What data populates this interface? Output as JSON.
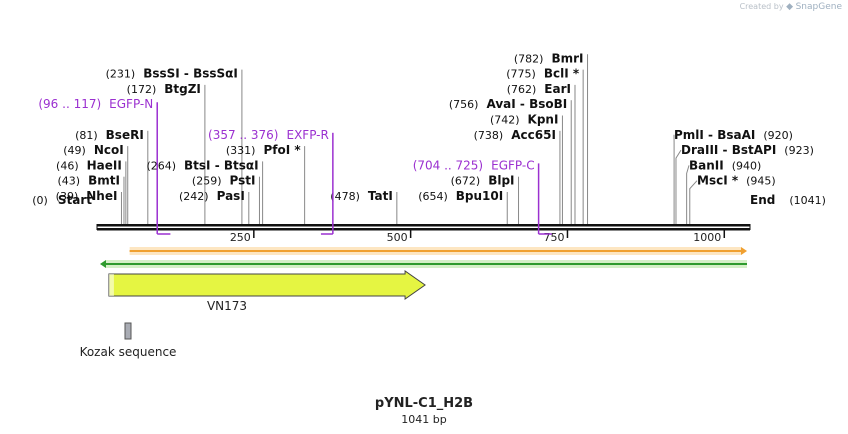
{
  "header": {
    "created_by": "Created by",
    "brand": "SnapGene"
  },
  "plasmid": {
    "name": "pYNL-C1_H2B",
    "size_label": "1041 bp",
    "length": 1041
  },
  "ends": [
    {
      "pos_label": "(0)",
      "label": "Start",
      "bp": 0
    },
    {
      "pos_label": "(1041)",
      "label": "End",
      "bp": 1041
    }
  ],
  "ticks": [
    {
      "bp": 250,
      "label": "250"
    },
    {
      "bp": 500,
      "label": "500"
    },
    {
      "bp": 750,
      "label": "750"
    },
    {
      "bp": 1000,
      "label": "1000"
    }
  ],
  "sites": [
    {
      "pos_label": "(39)",
      "name": "NheI",
      "bp": 39,
      "tier": 0
    },
    {
      "pos_label": "(43)",
      "name": "BmtI",
      "bp": 43,
      "tier": 1
    },
    {
      "pos_label": "(46)",
      "name": "HaeII",
      "bp": 46,
      "tier": 2
    },
    {
      "pos_label": "(49)",
      "name": "NcoI",
      "bp": 49,
      "tier": 3
    },
    {
      "pos_label": "(81)",
      "name": "BseRI",
      "bp": 81,
      "tier": 4
    },
    {
      "pos_label": "(172)",
      "name": "BtgZI",
      "bp": 172,
      "tier": 7
    },
    {
      "pos_label": "(231)",
      "name": "BssSI  -  BssSαI",
      "bp": 231,
      "tier": 8
    },
    {
      "pos_label": "(242)",
      "name": "PasI",
      "bp": 242,
      "tier": 0
    },
    {
      "pos_label": "(259)",
      "name": "PstI",
      "bp": 259,
      "tier": 1
    },
    {
      "pos_label": "(264)",
      "name": "BtsI  -  BtsαI",
      "bp": 264,
      "tier": 2
    },
    {
      "pos_label": "(331)",
      "name": "PfoI *",
      "bp": 331,
      "tier": 3
    },
    {
      "pos_label": "(478)",
      "name": "TatI",
      "bp": 478,
      "tier": 0
    },
    {
      "pos_label": "(654)",
      "name": "Bpu10I",
      "bp": 654,
      "tier": 0
    },
    {
      "pos_label": "(672)",
      "name": "BlpI",
      "bp": 672,
      "tier": 1
    },
    {
      "pos_label": "(738)",
      "name": "Acc65I",
      "bp": 738,
      "tier": 4
    },
    {
      "pos_label": "(742)",
      "name": "KpnI",
      "bp": 742,
      "tier": 5
    },
    {
      "pos_label": "(756)",
      "name": "AvaI  -  BsoBI",
      "bp": 756,
      "tier": 6
    },
    {
      "pos_label": "(762)",
      "name": "EarI",
      "bp": 762,
      "tier": 7
    },
    {
      "pos_label": "(775)",
      "name": "BclI *",
      "bp": 775,
      "tier": 8
    },
    {
      "pos_label": "(782)",
      "name": "BmrI",
      "bp": 782,
      "tier": 9
    },
    {
      "pos_label": "(920)",
      "name": "PmlI  -  BsaAI",
      "bp": 920,
      "tier": 4,
      "side": "right"
    },
    {
      "pos_label": "(923)",
      "name": "DraIII  -  BstAPI",
      "bp": 923,
      "tier": 3,
      "side": "right"
    },
    {
      "pos_label": "(940)",
      "name": "BanII",
      "bp": 940,
      "tier": 2,
      "side": "right"
    },
    {
      "pos_label": "(945)",
      "name": "MscI *",
      "bp": 945,
      "tier": 1,
      "side": "right"
    }
  ],
  "primers": [
    {
      "pos_label": "(96 .. 117)",
      "name": "EGFP-N",
      "start": 96,
      "end": 117,
      "tier": 6,
      "dir": "fwd"
    },
    {
      "pos_label": "(357 .. 376)",
      "name": "EXFP-R",
      "start": 357,
      "end": 376,
      "tier": 4,
      "dir": "rev"
    },
    {
      "pos_label": "(704 .. 725)",
      "name": "EGFP-C",
      "start": 704,
      "end": 725,
      "tier": 2,
      "dir": "fwd"
    }
  ],
  "features": [
    {
      "name": "VN173",
      "start": 19,
      "end": 523,
      "color": "#e5f542",
      "type": "cds"
    },
    {
      "name": "Kozak sequence",
      "start": 15,
      "end": 24,
      "color": "#a9acb4",
      "type": "box"
    }
  ],
  "orf_fwd_color": "#f0a030",
  "orf_rev_color": "#2e9a2e"
}
